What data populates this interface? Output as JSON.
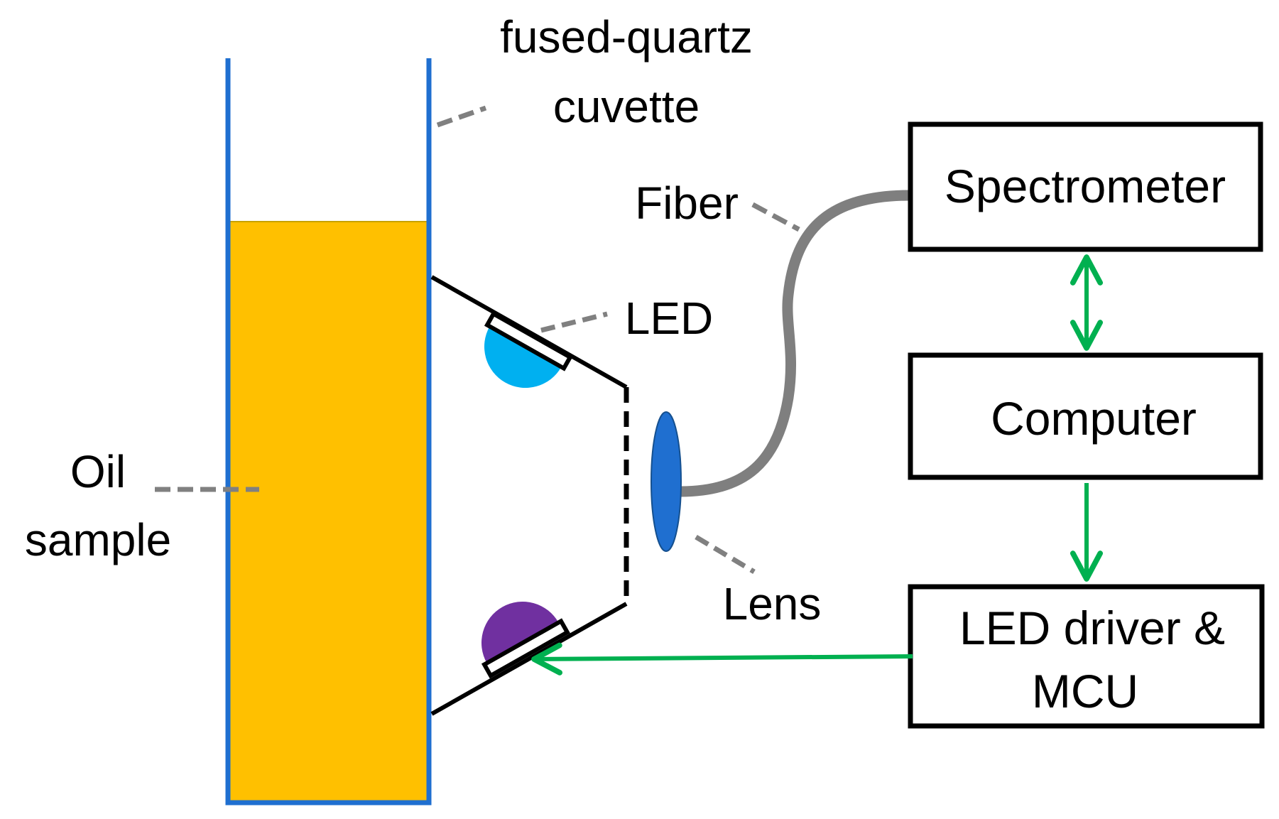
{
  "labels": {
    "cuvette_line1": "fused-quartz",
    "cuvette_line2": "cuvette",
    "oil_line1": "Oil",
    "oil_line2": "sample",
    "fiber": "Fiber",
    "led": "LED",
    "lens": "Lens"
  },
  "boxes": {
    "spectrometer": "Spectrometer",
    "computer": "Computer",
    "led_driver_line1": "LED driver &",
    "led_driver_line2": "MCU"
  },
  "colors": {
    "cuvette_wall": "#1f6fd0",
    "oil": "#ffc000",
    "led_top": "#00b0f0",
    "led_bottom": "#7030a0",
    "lens": "#1f6fd0",
    "fiber": "#7f7f7f",
    "leader": "#808080",
    "arrow": "#00b050",
    "outline": "#000000"
  }
}
